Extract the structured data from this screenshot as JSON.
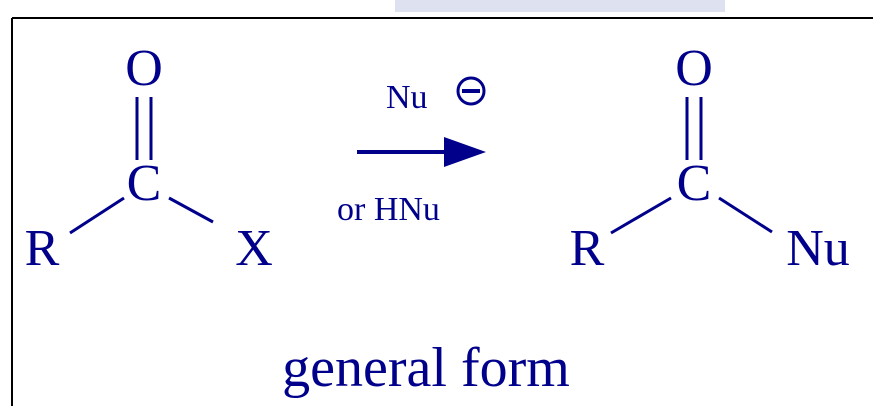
{
  "reactant": {
    "oxygen": "O",
    "carbon": "C",
    "r_group": "R",
    "leaving_group": "X"
  },
  "reagents": {
    "nucleophile": "Nu",
    "charge_symbol": "⊖",
    "alternative": "or HNu"
  },
  "product": {
    "oxygen": "O",
    "carbon": "C",
    "r_group": "R",
    "nucleophile_group": "Nu"
  },
  "caption": "general form",
  "colors": {
    "ink": "#00008b",
    "frame": "#000000",
    "top_watermark": "#c8cde6"
  }
}
